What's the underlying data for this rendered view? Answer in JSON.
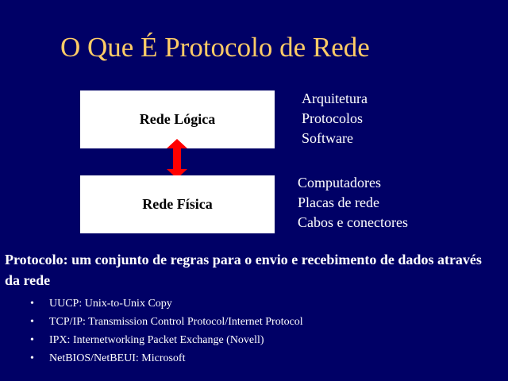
{
  "slide": {
    "title": "O Que É Protocolo de Rede",
    "boxes": {
      "logica": "Rede Lógica",
      "fisica": "Rede Física"
    },
    "logica_items": [
      "Arquitetura",
      "Protocolos",
      "Software"
    ],
    "fisica_items": [
      "Computadores",
      "Placas de rede",
      "Cabos e conectores"
    ],
    "definition": "Protocolo: um conjunto de regras para o envio e recebimento de dados através da rede",
    "bullet_glyph": "•",
    "bullets": [
      "UUCP: Unix-to-Unix Copy",
      "TCP/IP: Transmission Control Protocol/Internet Protocol",
      "IPX: Internetworking Packet Exchange (Novell)",
      "NetBIOS/NetBEUI: Microsoft"
    ]
  },
  "colors": {
    "background": "#000066",
    "title": "#ffcc66",
    "arrow": "#ff0000",
    "box": "#ffffff",
    "text": "#ffffff"
  }
}
